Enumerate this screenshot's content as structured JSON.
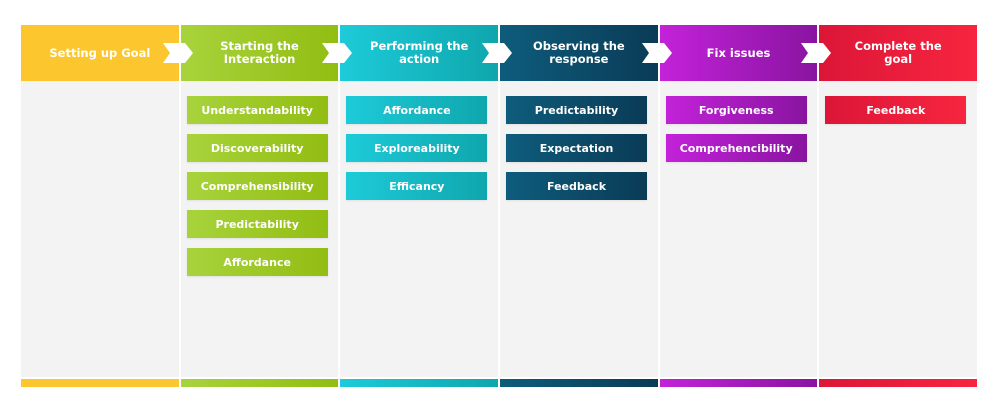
{
  "columns": [
    {
      "title": "Setting up Goal",
      "colors": [
        "#fcc62f",
        "#fcc62f"
      ],
      "items": []
    },
    {
      "title": "Starting the Interaction",
      "colors": [
        "#a8d33c",
        "#92bd12"
      ],
      "items": [
        "Understandability",
        "Discoverability",
        "Comprehensibility",
        "Predictability",
        "Affordance"
      ]
    },
    {
      "title": "Performing the action",
      "colors": [
        "#1dcbd9",
        "#0fa6ad"
      ],
      "items": [
        "Affordance",
        "Exploreability",
        "Efficancy"
      ]
    },
    {
      "title": "Observing the response",
      "colors": [
        "#0e5c7c",
        "#0a3b56"
      ],
      "items": [
        "Predictability",
        "Expectation",
        "Feedback"
      ]
    },
    {
      "title": "Fix issues",
      "colors": [
        "#c322d9",
        "#8914a0"
      ],
      "items": [
        "Forgiveness",
        "Comprehencibility"
      ]
    },
    {
      "title": "Complete the goal",
      "colors": [
        "#dc1638",
        "#f7253f"
      ],
      "items": [
        "Feedback"
      ]
    }
  ]
}
